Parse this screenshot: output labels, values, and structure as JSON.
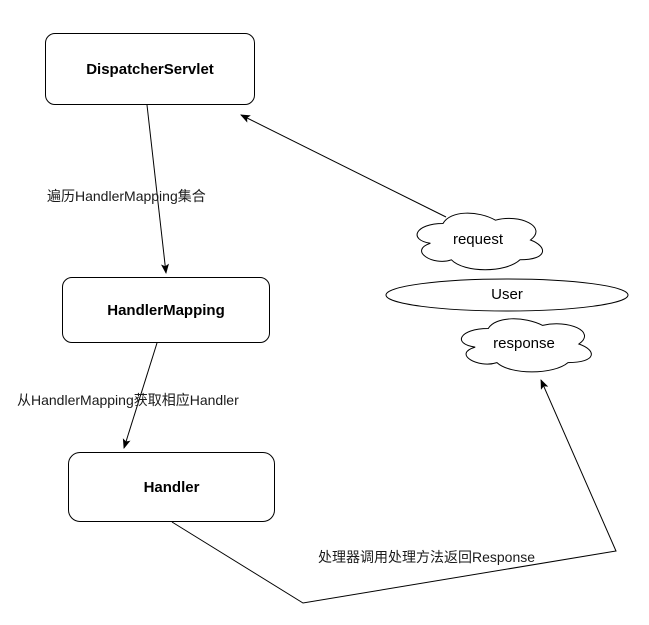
{
  "diagram": {
    "nodes": {
      "dispatcher_servlet": {
        "label": "DispatcherServlet"
      },
      "handler_mapping": {
        "label": "HandlerMapping"
      },
      "handler": {
        "label": "Handler"
      },
      "request_cloud": {
        "label": "request"
      },
      "user": {
        "label": "User"
      },
      "response_cloud": {
        "label": "response"
      }
    },
    "edge_labels": {
      "traverse_mapping": "遍历HandlerMapping集合",
      "get_handler": "从HandlerMapping获取相应Handler",
      "return_response": "处理器调用处理方法返回Response"
    },
    "colors": {
      "stroke": "#000000",
      "background": "#ffffff",
      "label_text": "#1a1a1a"
    }
  }
}
